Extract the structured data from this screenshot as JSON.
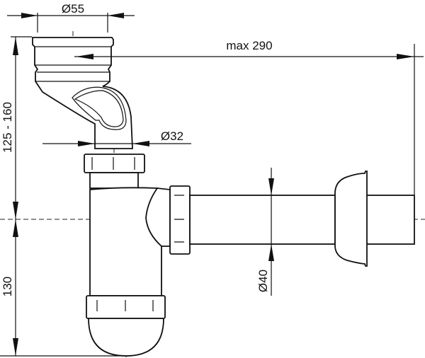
{
  "dimensions": {
    "inlet_diameter": "Ø55",
    "tailpiece_diameter": "Ø32",
    "outlet_diameter": "Ø40",
    "max_length": "max 290",
    "upper_height": "125 - 160",
    "lower_height": "130"
  }
}
